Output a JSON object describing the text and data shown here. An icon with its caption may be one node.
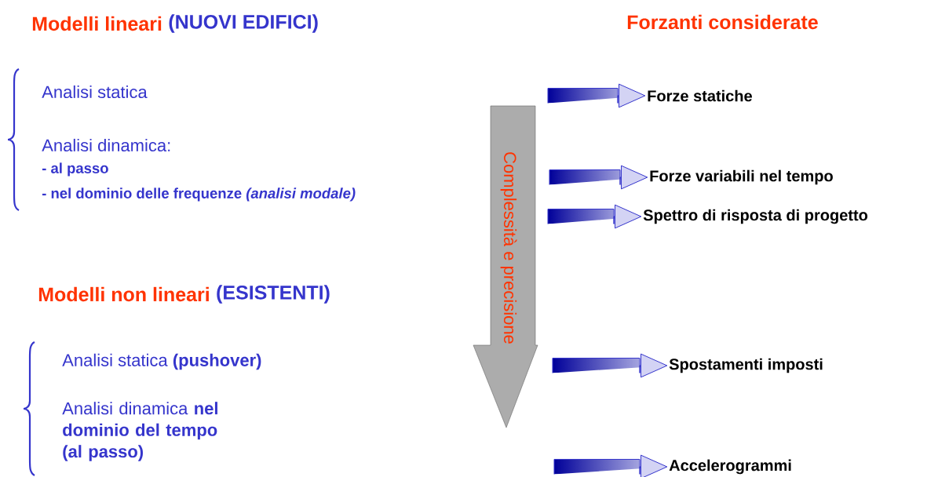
{
  "diagram": {
    "nodes": [
      {
        "text": [
          "Complessità e precisione"
        ]
      },
      {
        "text": [
          "Forze statiche"
        ]
      },
      {
        "text": [
          "Forze variabili nel tempo"
        ]
      },
      {
        "text": [
          "Spettro di risposta di progetto"
        ]
      },
      {
        "text": [
          "Spostamenti imposti"
        ]
      },
      {
        "text": [
          "Accelerogrammi"
        ]
      }
    ],
    "edges": [
      {
        "from": null,
        "to": 1,
        "arrow": "to"
      },
      {
        "from": null,
        "to": 2,
        "arrow": "to"
      },
      {
        "from": null,
        "to": 3,
        "arrow": "to"
      },
      {
        "from": null,
        "to": 4,
        "arrow": "to"
      },
      {
        "from": null,
        "to": 5,
        "arrow": "to"
      }
    ],
    "labels": [
      "Modelli lineari",
      "(NUOVI EDIFICI)",
      "Forzanti considerate",
      "Analisi statica",
      "Analisi dinamica:",
      "- al passo",
      "- nel dominio delle frequenze *(analisi modale)*",
      "Modelli non lineari",
      "(ESISTENTI)",
      "Analisi statica **(pushover)**",
      "Analisi dinamica **nel dominio del tempo (al passo)**"
    ]
  }
}
